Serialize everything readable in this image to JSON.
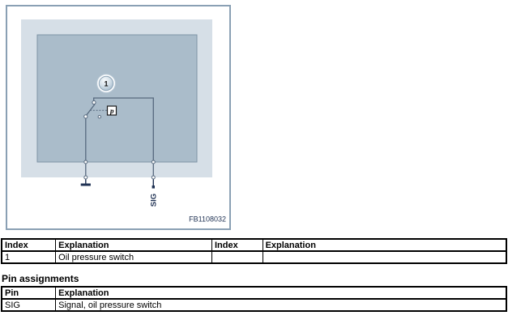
{
  "diagram": {
    "callout": "1",
    "pressure_symbol": "p",
    "pin_label": "SIG",
    "figure_code": "FB1108032",
    "colors": {
      "frame_border": "#8aa0b4",
      "outer_rect": "#d6dfe7",
      "inner_rect": "#aabcca",
      "inner_rect_border": "#7e93a6",
      "wire": "#57697e",
      "accent_dark": "#1f3153"
    }
  },
  "index_table": {
    "headers": [
      "Index",
      "Explanation",
      "Index",
      "Explanation"
    ],
    "rows": [
      [
        "1",
        "Oil pressure switch",
        "",
        ""
      ]
    ]
  },
  "pin_assignments": {
    "title": "Pin assignments",
    "headers": [
      "Pin",
      "Explanation"
    ],
    "rows": [
      [
        "SIG",
        "Signal, oil pressure switch"
      ]
    ]
  }
}
